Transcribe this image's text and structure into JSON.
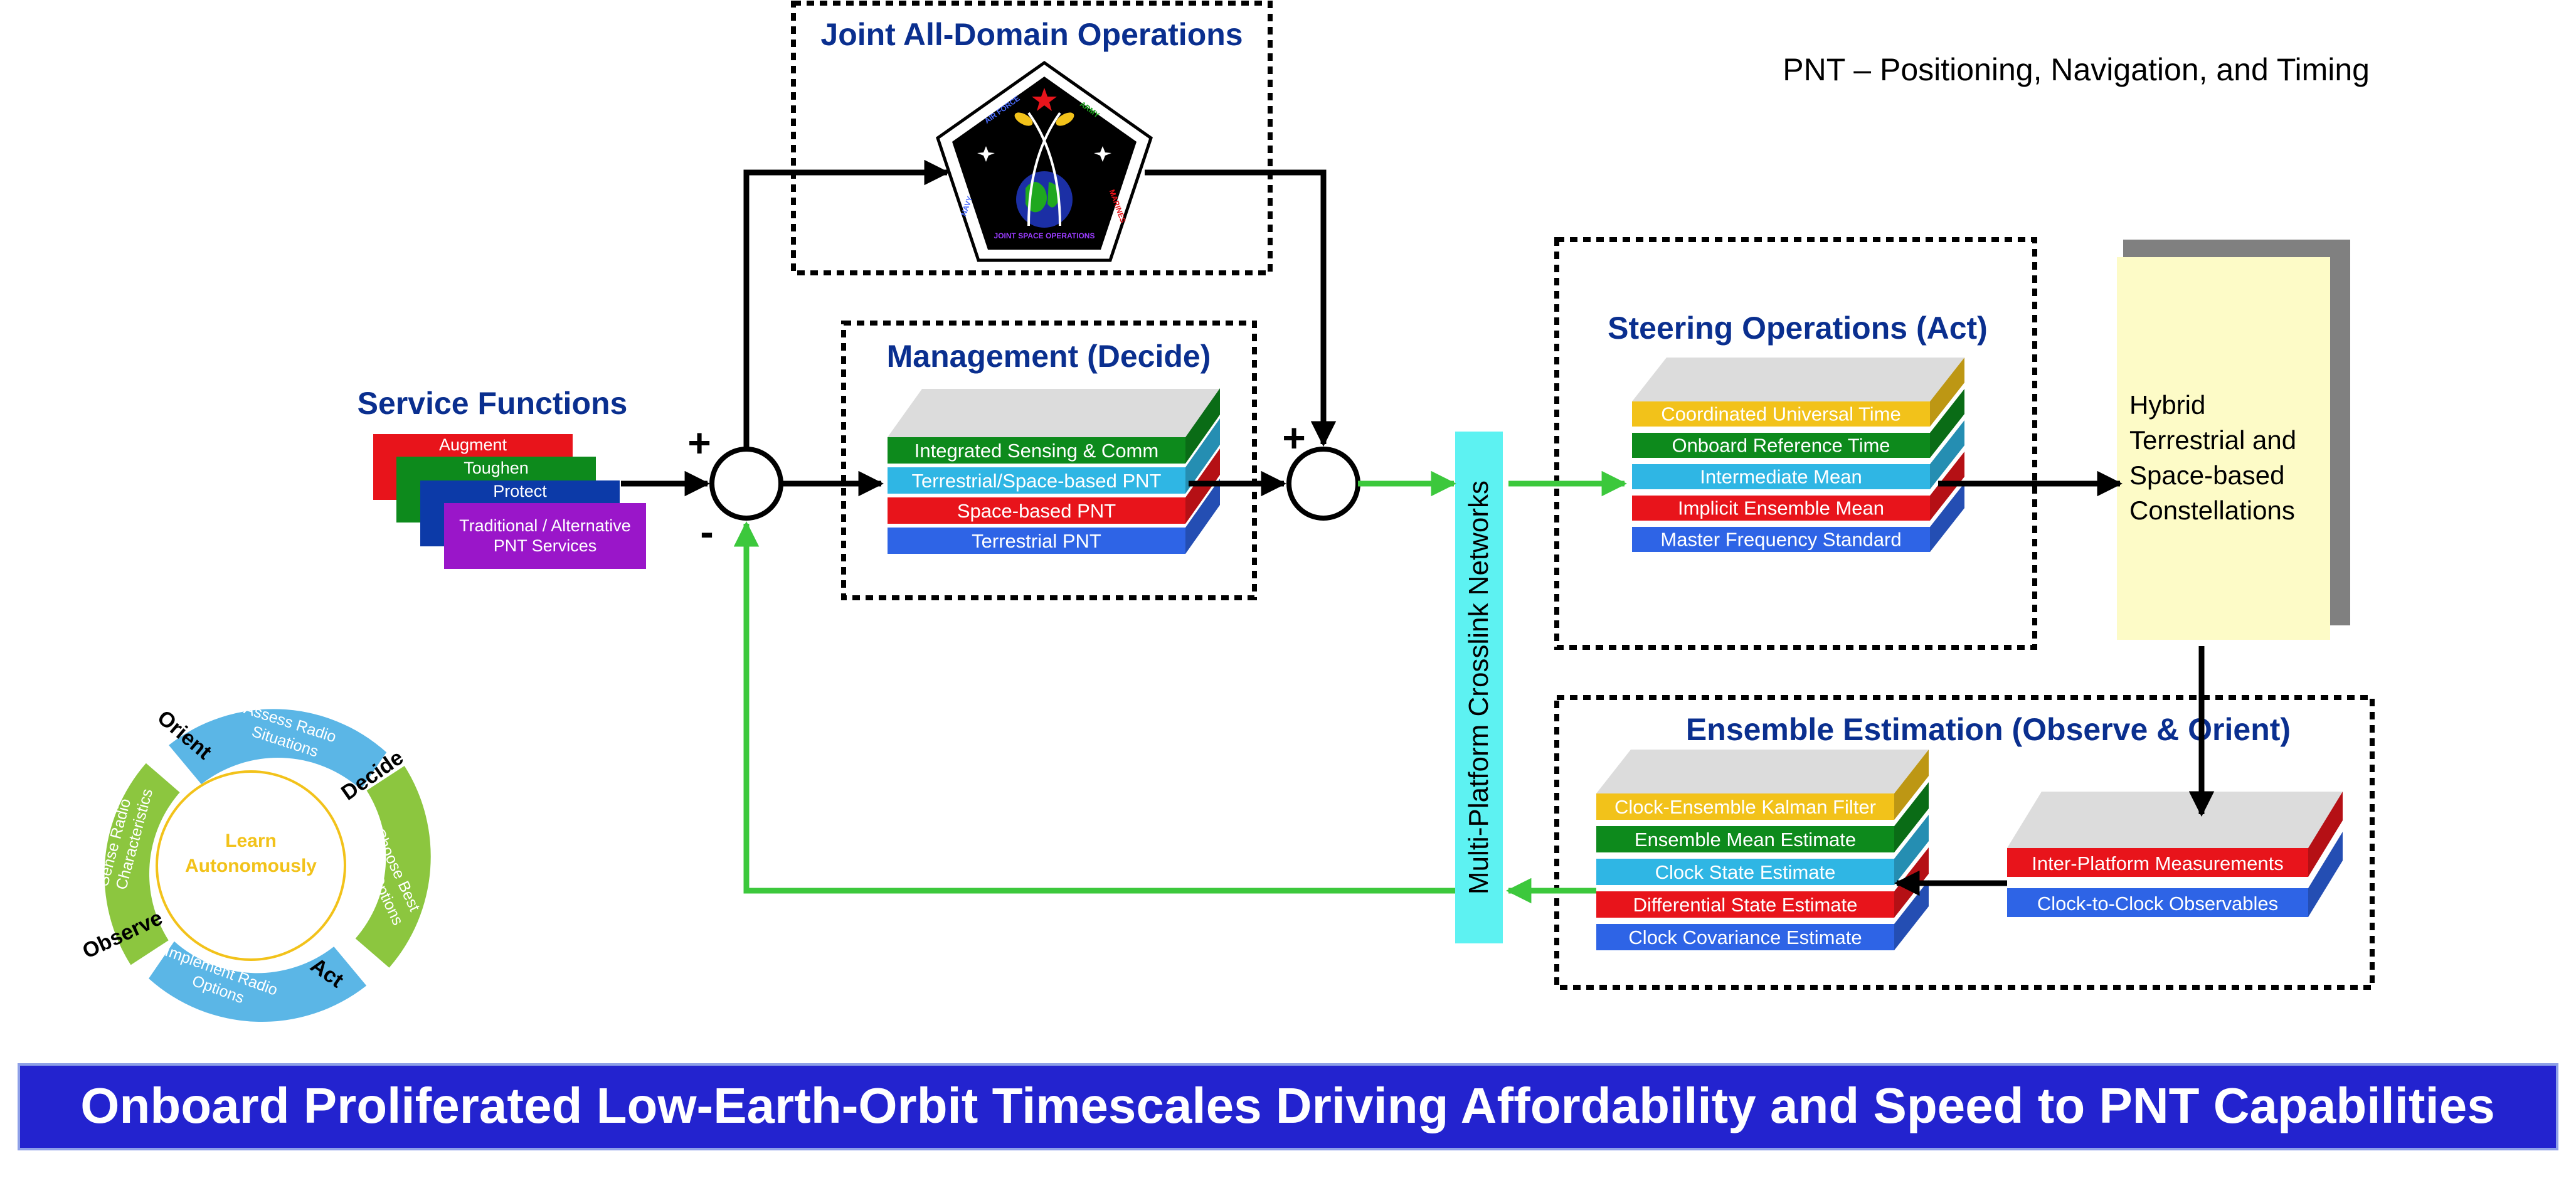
{
  "pnt_note": "PNT – Positioning, Navigation, and Timing",
  "jado": {
    "title": "Joint All-Domain Operations",
    "emblem": {
      "top": "AIR FORCE",
      "right": "ARMY",
      "right_low": "MARINES",
      "left": "NAVY",
      "center": "JOINT SPACE OPERATIONS"
    }
  },
  "service_functions": {
    "title": "Service Functions",
    "cards": [
      {
        "label": "Augment",
        "color": "#e8141b"
      },
      {
        "label": "Toughen",
        "color": "#0d8a1c"
      },
      {
        "label": "Protect",
        "color": "#0c3aa8"
      },
      {
        "label": "Traditional / Alternative",
        "label2": "PNT Services",
        "color": "#9a16c9"
      }
    ]
  },
  "signs": {
    "plus1": "+",
    "minus1": "-",
    "plus2": "+"
  },
  "management": {
    "title": "Management (Decide)",
    "layers": [
      {
        "label": "Integrated Sensing & Comm",
        "color": "#0d8a1c"
      },
      {
        "label": "Terrestrial/Space-based PNT",
        "color": "#2fb6e4"
      },
      {
        "label": "Space-based PNT",
        "color": "#e8141b"
      },
      {
        "label": "Terrestrial PNT",
        "color": "#2e64e6"
      }
    ]
  },
  "crosslink": {
    "label": "Multi-Platform Crosslink Networks",
    "color": "#5df2f2"
  },
  "steering": {
    "title": "Steering Operations (Act)",
    "layers": [
      {
        "label": "Coordinated Universal Time",
        "color": "#f2c21a"
      },
      {
        "label": "Onboard Reference Time",
        "color": "#0d8a1c"
      },
      {
        "label": "Intermediate Mean",
        "color": "#2fb6e4"
      },
      {
        "label": "Implicit Ensemble Mean",
        "color": "#e8141b"
      },
      {
        "label": "Master Frequency Standard",
        "color": "#2e64e6"
      }
    ]
  },
  "hybrid": {
    "lines": [
      "Hybrid",
      "Terrestrial and",
      "Space-based",
      "Constellations"
    ],
    "color": "#fdfbc7"
  },
  "ensemble": {
    "title": "Ensemble Estimation (Observe & Orient)",
    "layers": [
      {
        "label": "Clock-Ensemble Kalman Filter",
        "color": "#f2c21a"
      },
      {
        "label": "Ensemble Mean Estimate",
        "color": "#0d8a1c"
      },
      {
        "label": "Clock State Estimate",
        "color": "#2fb6e4"
      },
      {
        "label": "Differential State Estimate",
        "color": "#e8141b"
      },
      {
        "label": "Clock Covariance Estimate",
        "color": "#2e64e6"
      }
    ]
  },
  "inter_platform": {
    "layers": [
      {
        "label": "Inter-Platform Measurements",
        "color": "#e8141b"
      },
      {
        "label": "Clock-to-Clock Observables",
        "color": "#2e64e6"
      }
    ]
  },
  "cycle": {
    "center": [
      "Learn",
      "Autonomously"
    ],
    "steps": [
      "Orient",
      "Decide",
      "Act",
      "Observe"
    ],
    "segments": [
      {
        "lines": [
          "Assess Radio",
          "Situations"
        ],
        "color": "#5bb6e6"
      },
      {
        "lines": [
          "Choose Best",
          "Radio Options"
        ],
        "color": "#8cc63f"
      },
      {
        "lines": [
          "Implement Radio",
          "Options"
        ],
        "color": "#5bb6e6"
      },
      {
        "lines": [
          "Sense Radio",
          "Characteristics"
        ],
        "color": "#8cc63f"
      }
    ]
  },
  "banner": {
    "text": "Onboard Proliferated Low-Earth-Orbit Timescales Driving Affordability and Speed to PNT Capabilities",
    "color": "#2323cf"
  },
  "colors": {
    "title_blue": "#0a2f8f",
    "feedback_green": "#3cc83c"
  }
}
